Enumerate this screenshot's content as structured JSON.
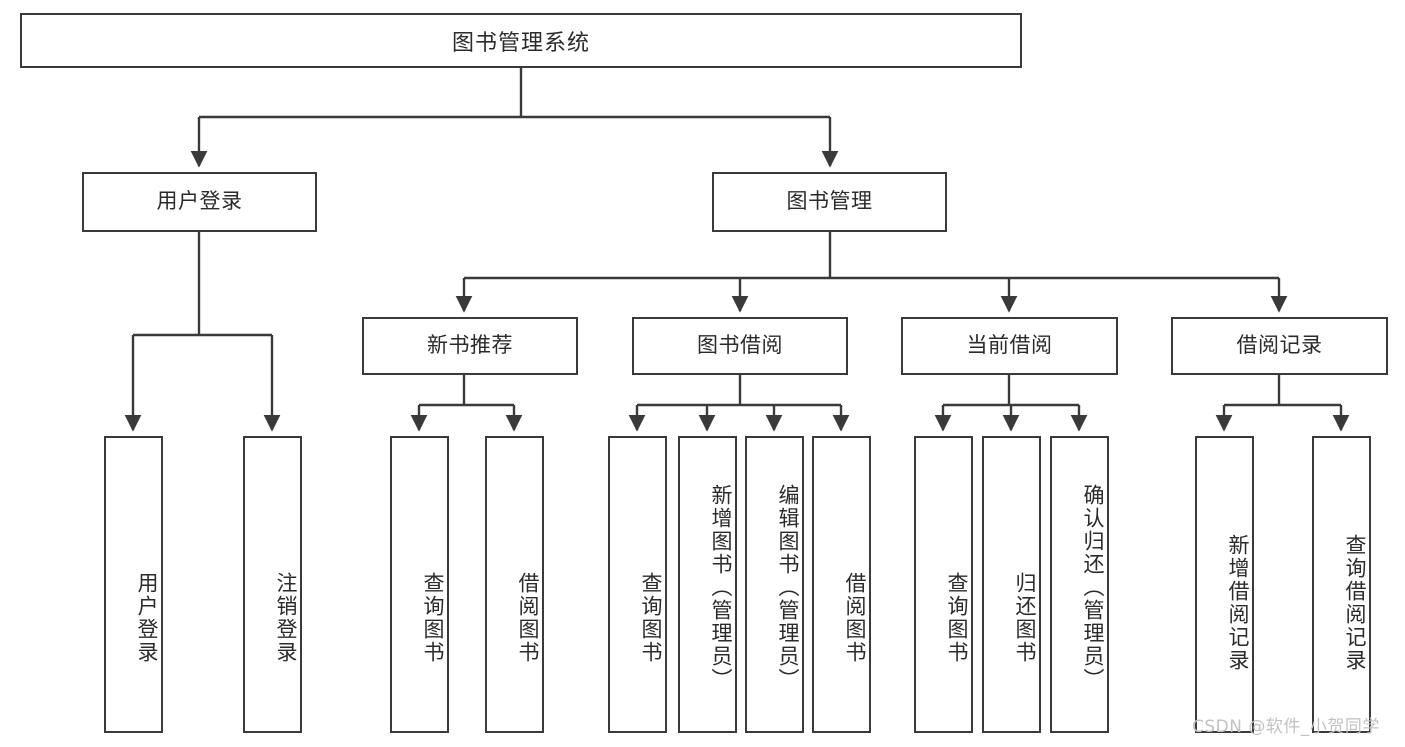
{
  "diagram": {
    "type": "tree-hierarchy",
    "title": "图书管理系统",
    "watermark": "CSDN @软件_小贺同学",
    "colors": {
      "stroke": "#3a3a3a",
      "fill": "#ffffff",
      "text": "#2b2b2b",
      "watermark": "#c2c2c2"
    },
    "nodes": {
      "root": {
        "label": "图书管理系统",
        "level": 1,
        "orientation": "horizontal"
      },
      "user_login": {
        "label": "用户登录",
        "level": 2,
        "orientation": "horizontal"
      },
      "book_manage": {
        "label": "图书管理",
        "level": 2,
        "orientation": "horizontal"
      },
      "new_book_rec": {
        "label": "新书推荐",
        "level": 3,
        "orientation": "horizontal"
      },
      "book_borrow": {
        "label": "图书借阅",
        "level": 3,
        "orientation": "horizontal"
      },
      "current_borrow": {
        "label": "当前借阅",
        "level": 3,
        "orientation": "horizontal"
      },
      "borrow_record": {
        "label": "借阅记录",
        "level": 3,
        "orientation": "horizontal"
      },
      "leaf_user_login": {
        "label": "用户登录",
        "level": 4,
        "orientation": "vertical"
      },
      "leaf_logout": {
        "label": "注销登录",
        "level": 4,
        "orientation": "vertical"
      },
      "leaf_query_book_a": {
        "label": "查询图书",
        "level": 4,
        "orientation": "vertical"
      },
      "leaf_borrow_book_a": {
        "label": "借阅图书",
        "level": 4,
        "orientation": "vertical"
      },
      "leaf_query_book_b": {
        "label": "查询图书",
        "level": 4,
        "orientation": "vertical"
      },
      "leaf_add_book": {
        "label": "新增图书（管理员）",
        "level": 4,
        "orientation": "vertical"
      },
      "leaf_edit_book": {
        "label": "编辑图书（管理员）",
        "level": 4,
        "orientation": "vertical"
      },
      "leaf_borrow_book_b": {
        "label": "借阅图书",
        "level": 4,
        "orientation": "vertical"
      },
      "leaf_query_book_c": {
        "label": "查询图书",
        "level": 4,
        "orientation": "vertical"
      },
      "leaf_return_book": {
        "label": "归还图书",
        "level": 4,
        "orientation": "vertical"
      },
      "leaf_confirm_return": {
        "label": "确认归还（管理员）",
        "level": 4,
        "orientation": "vertical"
      },
      "leaf_add_record": {
        "label": "新增借阅记录",
        "level": 4,
        "orientation": "vertical"
      },
      "leaf_query_record": {
        "label": "查询借阅记录",
        "level": 4,
        "orientation": "vertical"
      }
    },
    "edges": [
      {
        "from": "root",
        "to": "user_login"
      },
      {
        "from": "root",
        "to": "book_manage"
      },
      {
        "from": "user_login",
        "to": "leaf_user_login"
      },
      {
        "from": "user_login",
        "to": "leaf_logout"
      },
      {
        "from": "book_manage",
        "to": "new_book_rec"
      },
      {
        "from": "book_manage",
        "to": "book_borrow"
      },
      {
        "from": "book_manage",
        "to": "current_borrow"
      },
      {
        "from": "book_manage",
        "to": "borrow_record"
      },
      {
        "from": "new_book_rec",
        "to": "leaf_query_book_a"
      },
      {
        "from": "new_book_rec",
        "to": "leaf_borrow_book_a"
      },
      {
        "from": "book_borrow",
        "to": "leaf_query_book_b"
      },
      {
        "from": "book_borrow",
        "to": "leaf_add_book"
      },
      {
        "from": "book_borrow",
        "to": "leaf_edit_book"
      },
      {
        "from": "book_borrow",
        "to": "leaf_borrow_book_b"
      },
      {
        "from": "current_borrow",
        "to": "leaf_query_book_c"
      },
      {
        "from": "current_borrow",
        "to": "leaf_return_book"
      },
      {
        "from": "current_borrow",
        "to": "leaf_confirm_return"
      },
      {
        "from": "borrow_record",
        "to": "leaf_add_record"
      },
      {
        "from": "borrow_record",
        "to": "leaf_query_record"
      }
    ]
  }
}
